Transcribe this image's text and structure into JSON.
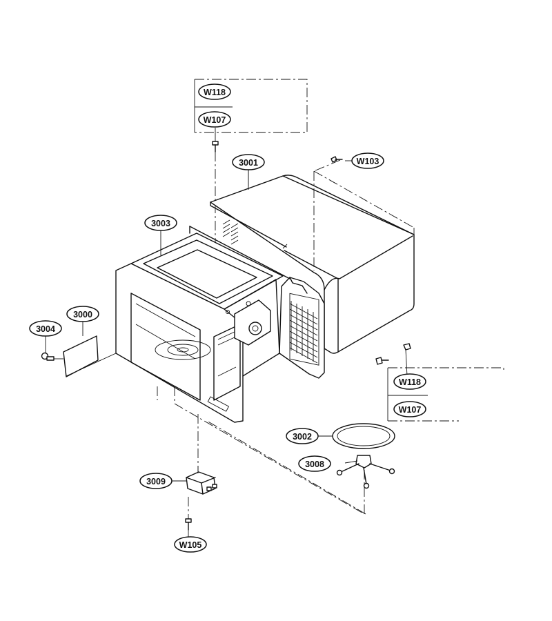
{
  "labels": {
    "w118_top": "W118",
    "w107_top": "W107",
    "w103": "W103",
    "p3001": "3001",
    "p3003": "3003",
    "p3000": "3000",
    "p3004": "3004",
    "w118_right": "W118",
    "w107_right": "W107",
    "p3002": "3002",
    "p3008": "3008",
    "p3009": "3009",
    "w105": "W105"
  }
}
